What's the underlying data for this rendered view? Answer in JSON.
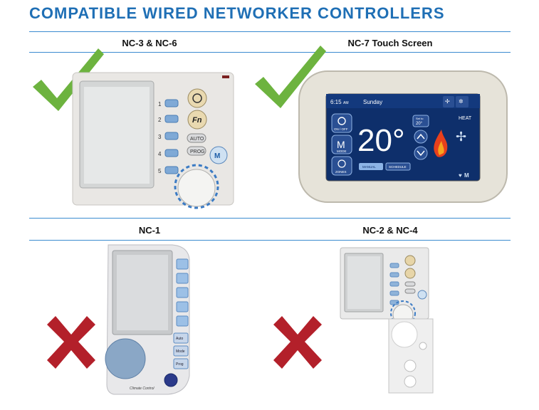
{
  "page": {
    "title": "COMPATIBLE WIRED NETWORKER CONTROLLERS"
  },
  "colors": {
    "title": "#1f6fb5",
    "rule": "#3b8bd0",
    "check": "#6db33f",
    "cross": "#b3202a",
    "screen": "#0e2f6b"
  },
  "controllers": [
    {
      "label": "NC-3 & NC-6",
      "status": "compatible",
      "status_icon": "check-icon",
      "buttons": [
        "1",
        "2",
        "3",
        "4",
        "5"
      ],
      "keys": [
        "Fn",
        "AUTO",
        "PROG",
        "M"
      ]
    },
    {
      "label": "NC-7 Touch Screen",
      "status": "compatible",
      "status_icon": "check-icon",
      "screen": {
        "time": "6:15",
        "ampm": "AM",
        "day": "Sunday",
        "fan": "FAN",
        "menu": "MENU",
        "temperature": "20°",
        "on_off": "ON / OFF",
        "mode_letter": "M",
        "mode": "MODE",
        "zones": "ZONES",
        "set_to": "Set to",
        "set_value": "20°",
        "heat": "HEAT",
        "manual": "MANUAL",
        "schedule": "SCHEDULE",
        "brand": "M"
      }
    },
    {
      "label": "NC-1",
      "status": "incompatible",
      "status_icon": "cross-icon",
      "keys": [
        "Auto",
        "Mode",
        "Prog"
      ],
      "brand": "Climate Control"
    },
    {
      "label": "NC-2 & NC-4",
      "status": "incompatible",
      "status_icon": "cross-icon"
    }
  ]
}
